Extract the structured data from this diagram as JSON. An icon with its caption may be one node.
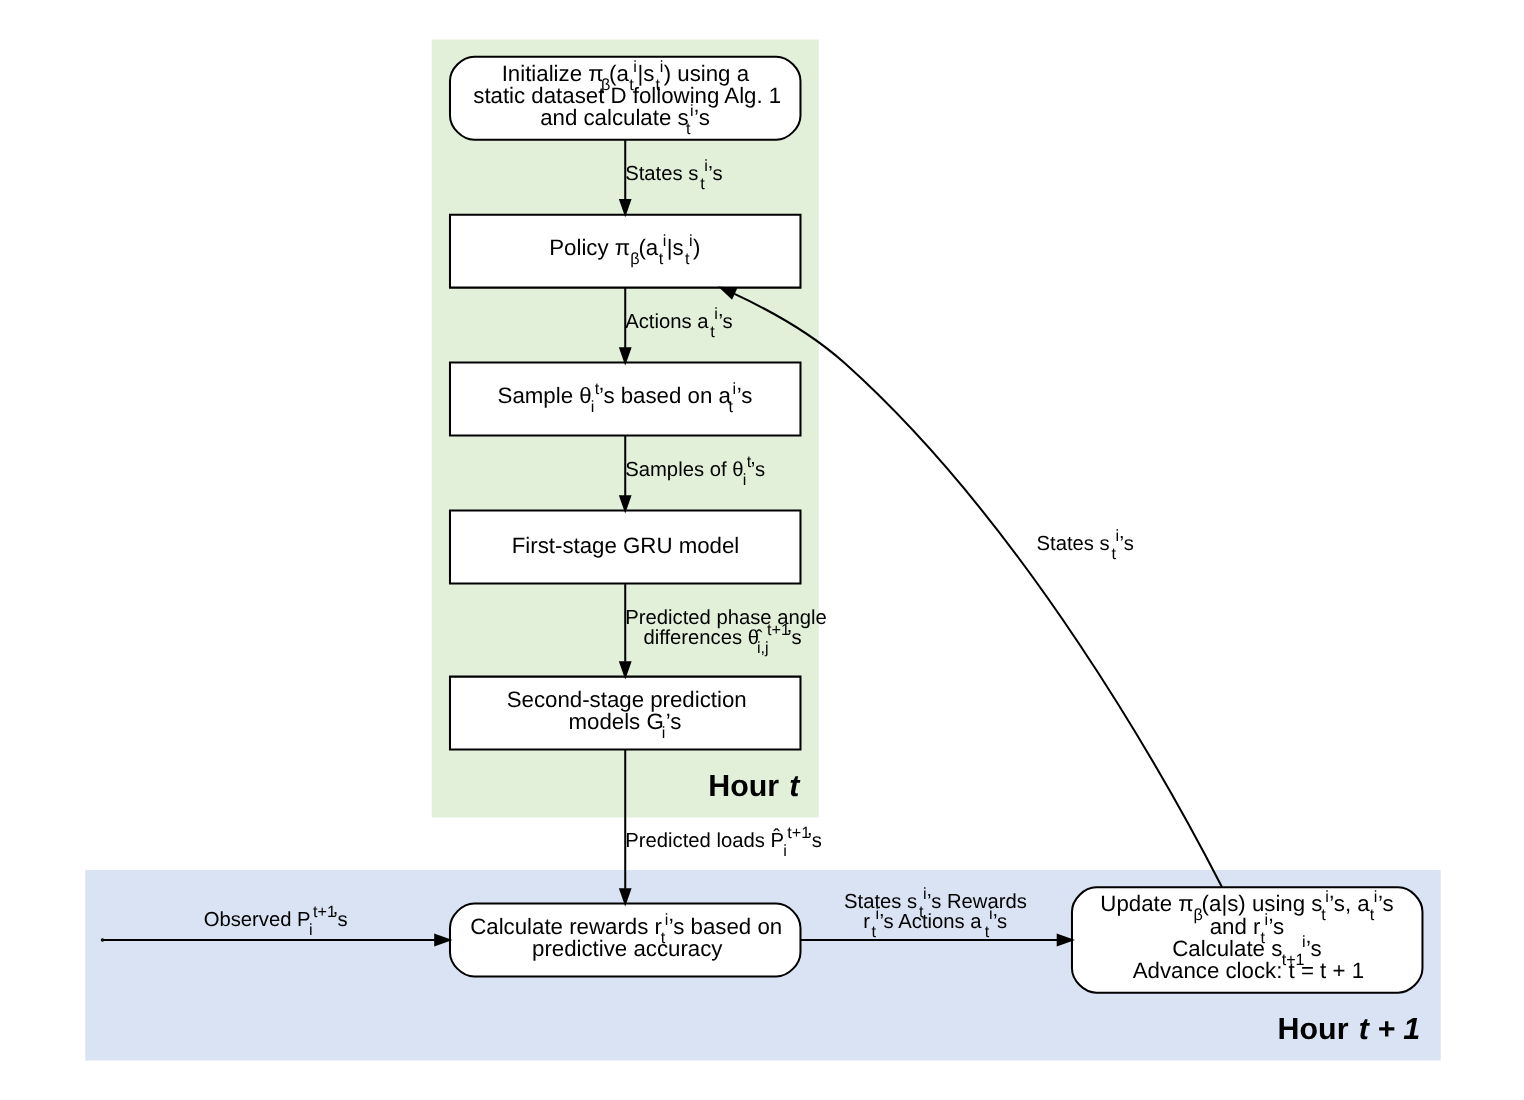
{
  "diagram": {
    "nodes": [
      {
        "text": [
          "Hour *t*"
        ]
      },
      {
        "text": [
          "Hour *t + 1*"
        ]
      },
      {
        "text": [
          "Initialize π$_{β}$(a$_{t}$$^{i}$|s$_{t}$$^{i}$) using a static dataset D following Alg. 1 and calculate s$_{t}$$^{i}$’s"
        ],
        "in": 0
      },
      {
        "text": [
          "Policy π$_{β}$(a$_{t}$$^{i}$|s$_{t}$$^{i}$)"
        ],
        "in": 0
      },
      {
        "text": [
          "Sample θ$_{i}$$^{t}$’s based on a$_{t}$$^{i}$’s"
        ],
        "in": 0
      },
      {
        "text": [
          "First-stage GRU model"
        ],
        "in": 0
      },
      {
        "text": [
          "Second-stage prediction models G$_{i}$’s"
        ],
        "in": 0
      },
      {
        "text": [
          "Calculate rewards r$_{t}$$^{i}$’s based on predictive accuracy"
        ],
        "in": 1
      },
      {
        "text": [
          "Update π$_{β}$(a|s) using s$_{t}$$^{i}$’s, a$_{t}$$^{i}$’s and r$_{t}$$^{i}$’s",
          "Calculate s$_{t+1}$$^{i}$’s",
          "Advance clock: t = t + 1"
        ],
        "in": 1
      }
    ],
    "edges": [
      {
        "from": 2,
        "to": 3,
        "arrow": "to",
        "label": "States s$_{t}$$^{i}$’s"
      },
      {
        "from": 3,
        "to": 4,
        "arrow": "to",
        "label": "Actions a$_{t}$$^{i}$’s"
      },
      {
        "from": 4,
        "to": 5,
        "arrow": "to",
        "label": "Samples of θ$_{i}$$^{t}$’s"
      },
      {
        "from": 5,
        "to": 6,
        "arrow": "to",
        "label": "Predicted phase angle differences θ̂$_{i,j}$$^{t+1}$’s"
      },
      {
        "from": 6,
        "to": 7,
        "arrow": "to",
        "label": "Predicted loads P̂$_{i}$$^{t+1}$’s"
      },
      {
        "from": 7,
        "to": 8,
        "arrow": "to",
        "label": "States s$_{t}$$^{i}$’s Rewards r$_{t}$$^{i}$’s Actions a$_{t}$$^{i}$’s"
      },
      {
        "from": 8,
        "to": 3,
        "arrow": "to",
        "label": "States s$_{t}$$^{i}$’s"
      },
      {
        "from": null,
        "to": 7,
        "arrow": "to",
        "label": "Observed P$_{i}$$^{t+1}$’s"
      }
    ]
  }
}
